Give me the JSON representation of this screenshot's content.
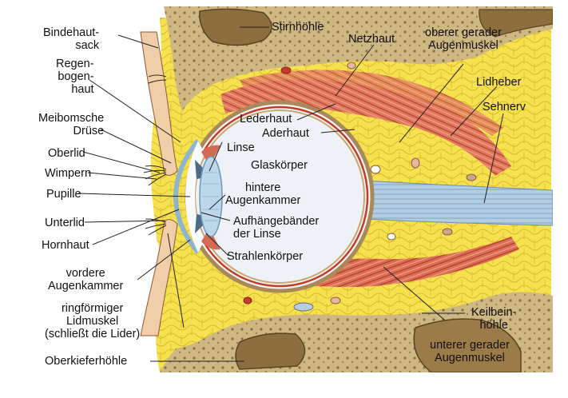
{
  "colors": {
    "background": "#ffffff",
    "fat_tissue": "#f4e04a",
    "bone": "#c9b27a",
    "bone_dark": "#7a6238",
    "eyeball_white": "#f4f6f8",
    "vitreous": "#eef2f6",
    "muscle": "#d9664f",
    "nerve": "#a9c6de",
    "lens": "#b8d4e8",
    "vessel": "#c83a2c",
    "leader_line": "#222222"
  },
  "labels": {
    "bindehautsack": "Bindehaut-\nsack",
    "regenbogenhaut": "Regen-\nbogen-\nhaut",
    "meibomsche_druese": "Meibomsche\nDrüse",
    "oberlid": "Oberlid",
    "wimpern": "Wimpern",
    "pupille": "Pupille",
    "unterlid": "Unterlid",
    "hornhaut": "Hornhaut",
    "vordere_augenkammer": "vordere\nAugenkammer",
    "ringfoermiger_lidmuskel": "ringförmiger\nLidmuskel\n(schließt die Lider)",
    "oberkieferhoehle": "Oberkieferhöhle",
    "stirnhoehle": "Stirnhöhle",
    "netzhaut": "Netzhaut",
    "oberer_gerader_augenmuskel": "oberer gerader\nAugenmuskel",
    "lidheber": "Lidheber",
    "sehnerv": "Sehnerv",
    "lederhaut": "Lederhaut",
    "aderhaut": "Aderhaut",
    "linse": "Linse",
    "glaskoerper": "Glaskörper",
    "hintere_augenkammer": "hintere\nAugenkammer",
    "aufhaengebaender": "Aufhängebänder\nder Linse",
    "strahlenkoerper": "Strahlenkörper",
    "keilbeinhoehle": "Keilbein-\nhöhle",
    "unterer_gerader_augenmuskel": "unterer gerader\nAugenmuskel"
  }
}
